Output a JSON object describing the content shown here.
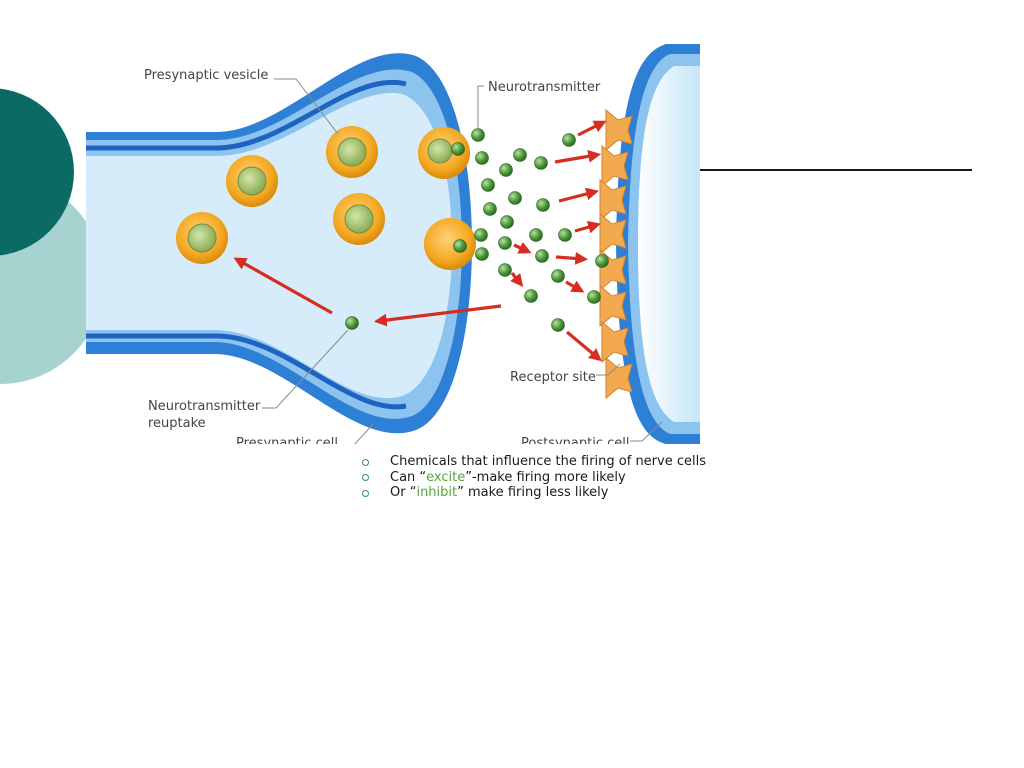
{
  "slide": {
    "colors": {
      "teal_dark": "#0b6b64",
      "teal_light": "#a6d3cf",
      "accent_green": "#5aa340"
    }
  },
  "diagram": {
    "labels": {
      "presynaptic_vesicle": "Presynaptic vesicle",
      "neurotransmitter": "Neurotransmitter",
      "receptor_site": "Receptor site",
      "reuptake_line1": "Neurotransmitter",
      "reuptake_line2": "reuptake",
      "presynaptic_cell": "Presynaptic cell",
      "postsynaptic_cell": "Postsynaptic cell"
    }
  },
  "bullets": [
    {
      "text": "Chemicals that influence the firing of nerve cells"
    },
    {
      "before": "Can “",
      "highlight": "excite",
      "after": "”-make firing more likely"
    },
    {
      "before": "Or “",
      "highlight": "inhibit",
      "after": "” make firing less likely"
    }
  ]
}
